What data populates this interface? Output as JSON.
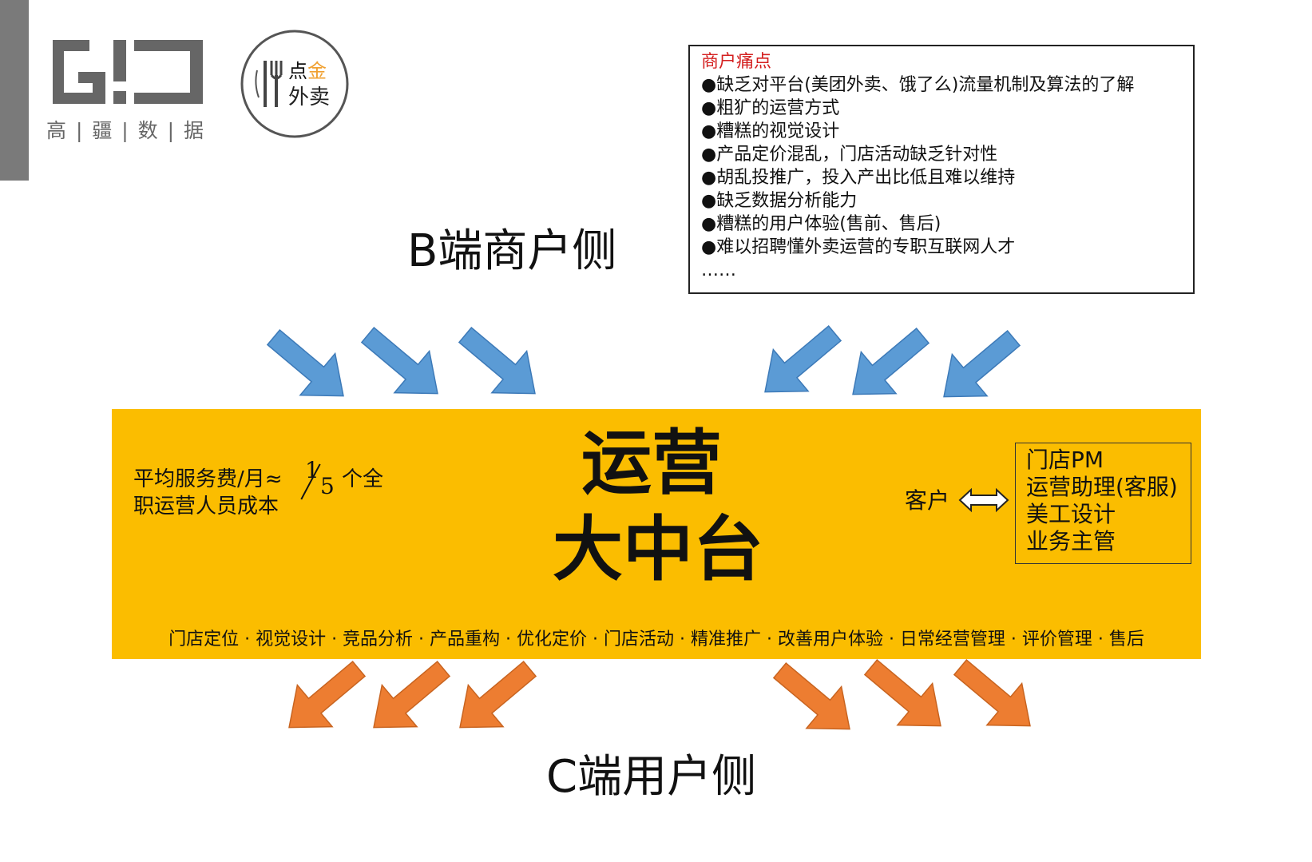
{
  "logo_gd": {
    "subtitle": "高 | 疆 | 数 | 据"
  },
  "logo_round": {
    "line1a": "点",
    "line1b": "金",
    "line2": "外卖"
  },
  "pain_points": {
    "title": "商户痛点",
    "items": [
      "●缺乏对平台(美团外卖、饿了么)流量机制及算法的了解",
      "●粗犷的运营方式",
      "●糟糕的视觉设计",
      "●产品定价混乱，门店活动缺乏针对性",
      "●胡乱投推广，投入产出比低且难以维持",
      "●缺乏数据分析能力",
      "●糟糕的用户体验(售前、售后)",
      "●难以招聘懂外卖运营的专职互联网人才"
    ],
    "ellipsis": "……"
  },
  "b_side": "B端商户侧",
  "c_side": "C端用户侧",
  "center": {
    "title_line1": "运营",
    "title_line2": "大中台",
    "fee_line1": "平均服务费/月≈",
    "fee_numerator": "1",
    "fee_denominator": "5",
    "fee_tail": "个全",
    "fee_line2": "职运营人员成本",
    "customer": "客户",
    "roles": [
      "门店PM",
      "运营助理(客服)",
      "美工设计",
      "业务主管"
    ],
    "services": "门店定位 · 视觉设计 · 竞品分析 · 产品重构 · 优化定价 · 门店活动 · 精准推广 · 改善用户体验 · 日常经营管理 · 评价管理 · 售后"
  },
  "colors": {
    "center_fill": "#fbbd00",
    "in_arrow": "#5b9bd5",
    "out_arrow": "#ed7d31",
    "pain_title": "#d42020"
  }
}
